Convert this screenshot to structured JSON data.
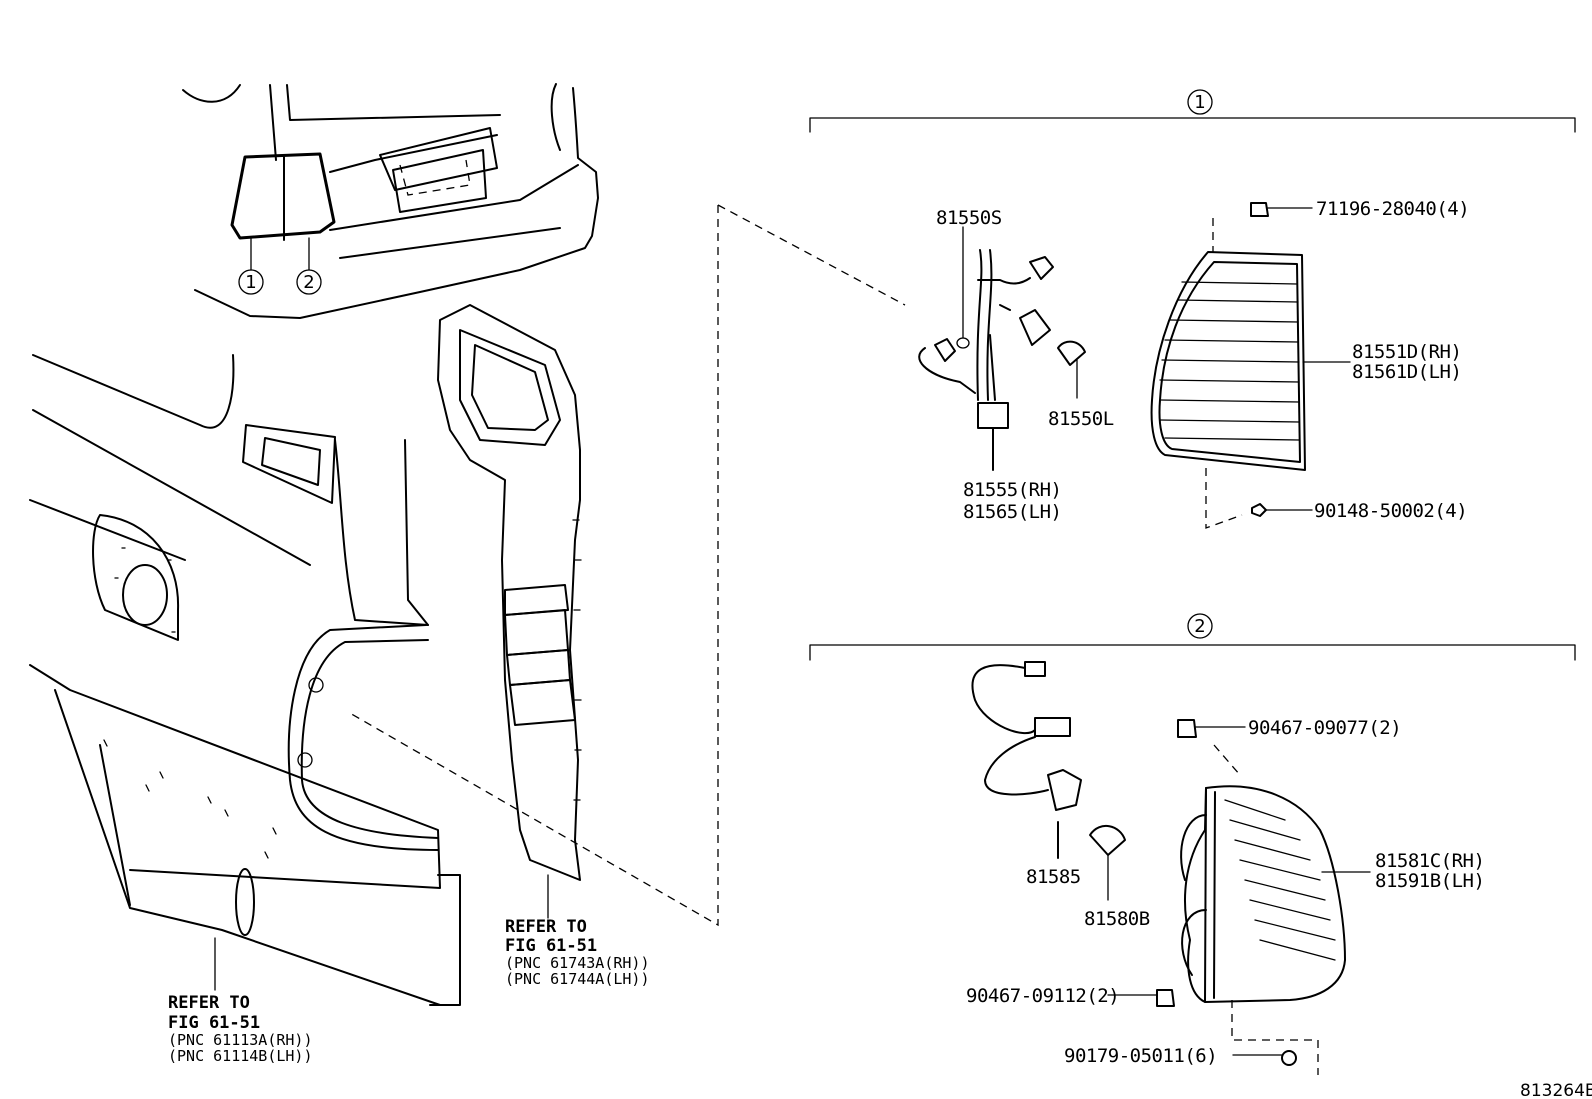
{
  "diagram_id": "813264B",
  "groups": [
    {
      "number": "1",
      "parts": [
        {
          "pn": "81550S"
        },
        {
          "pn": "81550L"
        },
        {
          "pn": "81555(RH)",
          "pn2": "81565(LH)"
        },
        {
          "pn": "81551D(RH)",
          "pn2": "81561D(LH)"
        },
        {
          "pn": "71196-28040(4)"
        },
        {
          "pn": "90148-50002(4)"
        }
      ]
    },
    {
      "number": "2",
      "parts": [
        {
          "pn": "81585"
        },
        {
          "pn": "81580B"
        },
        {
          "pn": "81581C(RH)",
          "pn2": "81591B(LH)"
        },
        {
          "pn": "90467-09077(2)"
        },
        {
          "pn": "90467-09112(2)"
        },
        {
          "pn": "90179-05011(6)"
        }
      ]
    }
  ],
  "callouts": [
    "1",
    "2"
  ],
  "refer_left": {
    "line1": "REFER TO",
    "line2": "FIG 61-51",
    "line3": "(PNC 61113A(RH))",
    "line4": "(PNC 61114B(LH))"
  },
  "refer_mid": {
    "line1": "REFER TO",
    "line2": "FIG 61-51",
    "line3": "(PNC 61743A(RH))",
    "line4": "(PNC 61744A(LH))"
  }
}
